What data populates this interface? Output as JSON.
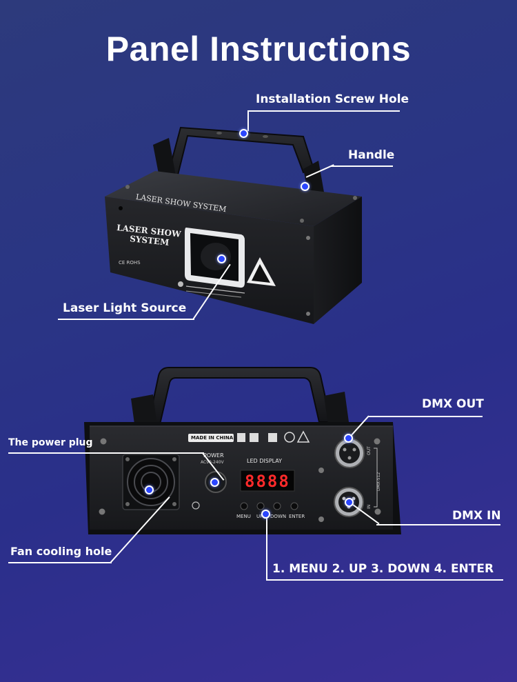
{
  "page": {
    "title": "Panel Instructions"
  },
  "front_device": {
    "top_print": "LASER SHOW SYSTEM",
    "front_print_line1": "LASER SHOW",
    "front_print_line2": "SYSTEM",
    "cert_mark": "CE ROHS"
  },
  "rear_panel": {
    "made_in": "MADE IN CHINA",
    "power_label": "POWER",
    "voltage_label": "AC90-240V",
    "led_display_label": "LED DISPLAY",
    "display_value": "8888",
    "button_labels": [
      "MENU",
      "UP",
      "DOWN",
      "ENTER"
    ],
    "port_out_label": "OUT",
    "port_in_label": "IN",
    "dmx_label": "DMX-512"
  },
  "callouts": {
    "screw_hole": "Installation Screw Hole",
    "handle": "Handle",
    "laser_source": "Laser Light Source",
    "dmx_out": "DMX OUT",
    "power_plug": "The power plug",
    "dmx_in": "DMX IN",
    "fan_hole": "Fan cooling hole",
    "buttons": "1. MENU 2. UP 3. DOWN 4. ENTER"
  },
  "colors": {
    "background": "#2b3386",
    "callout_dot": "#2b46ff",
    "device_body": "#1c1d20"
  }
}
